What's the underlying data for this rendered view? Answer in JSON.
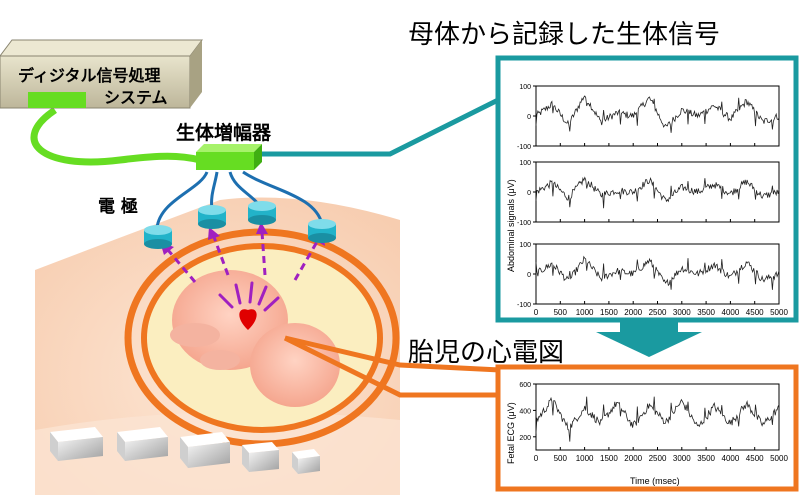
{
  "top_title": "母体から記録した生体信号",
  "fetal_title": "胎児の心電図",
  "device": {
    "line1": "ディジタル信号処理",
    "line2": "システム"
  },
  "amplifier_label": "生体増幅器",
  "electrode_label": "電 極",
  "abdominal": {
    "ylabel": "Abdominal signals (μV)",
    "yticks": [
      "100",
      "0",
      "-100"
    ],
    "xticks": [
      "0",
      "500",
      "1000",
      "1500",
      "2000",
      "2500",
      "3000",
      "3500",
      "4000",
      "4500",
      "5000"
    ]
  },
  "fetal": {
    "ylabel": "Fetal ECG (μV)",
    "yticks": [
      "600",
      "400",
      "200"
    ],
    "xticks": [
      "0",
      "500",
      "1000",
      "1500",
      "2000",
      "2500",
      "3000",
      "3500",
      "4000",
      "4500",
      "5000"
    ],
    "xlabel": "Time (msec)"
  },
  "colors": {
    "teal": "#1a9aa0",
    "orange": "#ef7620",
    "green": "#66dd22",
    "device": "#d9d4bb",
    "cyan": "#22b3c9",
    "cable": "#1d6fb0",
    "purple": "#a020c0",
    "heart": "#e00000"
  },
  "chart_data": [
    {
      "type": "line",
      "title": "",
      "ylabel": "Abdominal signals (μV)",
      "xlabel": "",
      "xlim": [
        0,
        5000
      ],
      "ylim": [
        -100,
        100
      ],
      "series": [
        {
          "values": [
            0,
            40,
            -30,
            70,
            -20,
            10,
            0,
            60,
            -40,
            20,
            0,
            35,
            -10,
            50,
            -20,
            0
          ]
        },
        {
          "values": [
            0,
            30,
            -20,
            45,
            -10,
            5,
            0,
            40,
            -30,
            15,
            0,
            25,
            -5,
            35,
            -15,
            0
          ]
        },
        {
          "values": [
            0,
            35,
            -25,
            50,
            -15,
            10,
            0,
            45,
            -35,
            20,
            0,
            30,
            -10,
            40,
            -20,
            0
          ]
        }
      ]
    },
    {
      "type": "line",
      "title": "",
      "ylabel": "Fetal ECG (μV)",
      "xlabel": "Time (msec)",
      "xlim": [
        0,
        5000
      ],
      "ylim": [
        100,
        600
      ],
      "series": [
        {
          "values": [
            320,
            480,
            260,
            420,
            300,
            460,
            280,
            440,
            310,
            470,
            270,
            430,
            300,
            450,
            290,
            420
          ]
        }
      ]
    }
  ]
}
